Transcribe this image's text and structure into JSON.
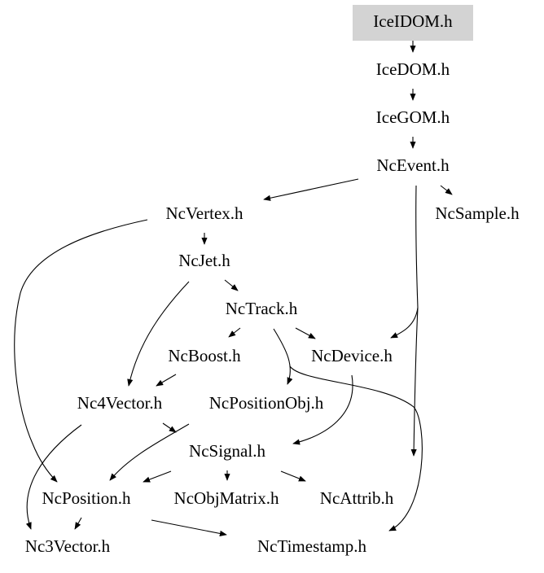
{
  "diagram": {
    "nodes": [
      {
        "id": "IceIDOM",
        "label": "IceIDOM.h",
        "highlighted": true
      },
      {
        "id": "IceDOM",
        "label": "IceDOM.h"
      },
      {
        "id": "IceGOM",
        "label": "IceGOM.h"
      },
      {
        "id": "NcEvent",
        "label": "NcEvent.h"
      },
      {
        "id": "NcVertex",
        "label": "NcVertex.h"
      },
      {
        "id": "NcSample",
        "label": "NcSample.h"
      },
      {
        "id": "NcJet",
        "label": "NcJet.h"
      },
      {
        "id": "NcTrack",
        "label": "NcTrack.h"
      },
      {
        "id": "NcBoost",
        "label": "NcBoost.h"
      },
      {
        "id": "NcDevice",
        "label": "NcDevice.h"
      },
      {
        "id": "Nc4Vector",
        "label": "Nc4Vector.h"
      },
      {
        "id": "NcPositionObj",
        "label": "NcPositionObj.h"
      },
      {
        "id": "NcSignal",
        "label": "NcSignal.h"
      },
      {
        "id": "NcPosition",
        "label": "NcPosition.h"
      },
      {
        "id": "NcObjMatrix",
        "label": "NcObjMatrix.h"
      },
      {
        "id": "NcAttrib",
        "label": "NcAttrib.h"
      },
      {
        "id": "Nc3Vector",
        "label": "Nc3Vector.h"
      },
      {
        "id": "NcTimestamp",
        "label": "NcTimestamp.h"
      }
    ],
    "edges": [
      {
        "from": "IceIDOM",
        "to": "IceDOM"
      },
      {
        "from": "IceDOM",
        "to": "IceGOM"
      },
      {
        "from": "IceGOM",
        "to": "NcEvent"
      },
      {
        "from": "NcEvent",
        "to": "NcVertex"
      },
      {
        "from": "NcEvent",
        "to": "NcSample"
      },
      {
        "from": "NcEvent",
        "to": "NcDevice"
      },
      {
        "from": "NcEvent",
        "to": "NcSignal"
      },
      {
        "from": "NcVertex",
        "to": "NcJet"
      },
      {
        "from": "NcVertex",
        "to": "NcPosition"
      },
      {
        "from": "NcJet",
        "to": "NcTrack"
      },
      {
        "from": "NcJet",
        "to": "Nc4Vector"
      },
      {
        "from": "NcTrack",
        "to": "NcBoost"
      },
      {
        "from": "NcTrack",
        "to": "NcDevice"
      },
      {
        "from": "NcTrack",
        "to": "NcPositionObj"
      },
      {
        "from": "NcTrack",
        "to": "NcTimestamp"
      },
      {
        "from": "NcBoost",
        "to": "Nc4Vector"
      },
      {
        "from": "NcDevice",
        "to": "NcSignal"
      },
      {
        "from": "Nc4Vector",
        "to": "NcSignal"
      },
      {
        "from": "Nc4Vector",
        "to": "Nc3Vector"
      },
      {
        "from": "NcPositionObj",
        "to": "NcPosition"
      },
      {
        "from": "NcSignal",
        "to": "NcPosition"
      },
      {
        "from": "NcSignal",
        "to": "NcObjMatrix"
      },
      {
        "from": "NcSignal",
        "to": "NcAttrib"
      },
      {
        "from": "NcPosition",
        "to": "Nc3Vector"
      },
      {
        "from": "NcPosition",
        "to": "NcTimestamp"
      }
    ]
  }
}
